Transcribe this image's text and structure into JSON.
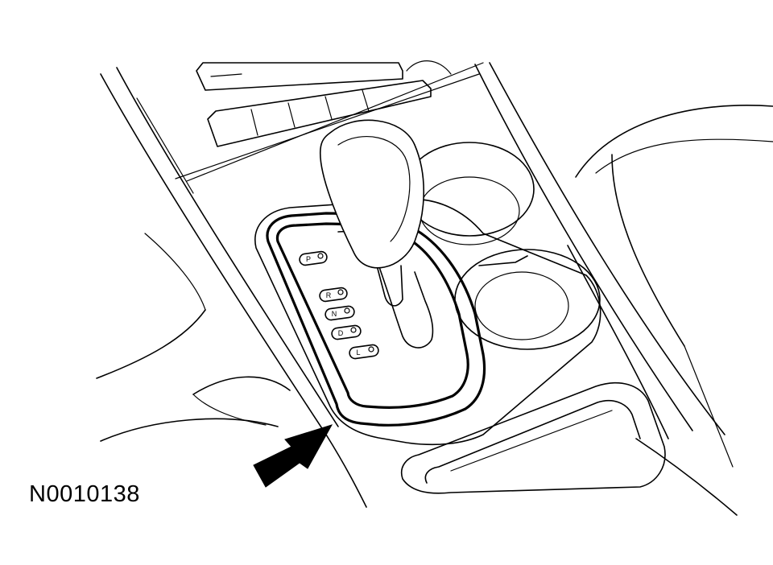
{
  "figure": {
    "id_label": "N0010138",
    "ink_color": "#000000",
    "background_color": "#ffffff"
  },
  "gear_indicators": [
    "P",
    "R",
    "N",
    "D",
    "L"
  ]
}
